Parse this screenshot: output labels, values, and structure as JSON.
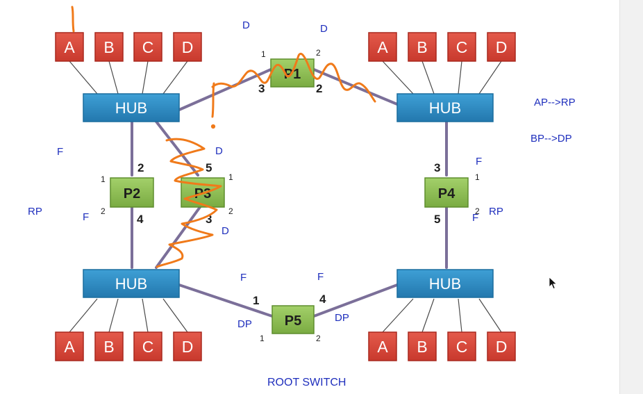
{
  "devices": {
    "host_labels": [
      "A",
      "B",
      "C",
      "D"
    ],
    "hub_label": "HUB",
    "switches": [
      "P1",
      "P2",
      "P3",
      "P4",
      "P5"
    ]
  },
  "ports": {
    "p1_1": "1",
    "p1_2": "2",
    "p1_3": "3",
    "p1_2b": "2",
    "p2_1": "1",
    "p2_2": "2",
    "p2_2b": "2",
    "p2_4": "4",
    "p3_5": "5",
    "p3_1": "1",
    "p3_3": "3",
    "p3_2": "2",
    "p4_3": "3",
    "p4_1": "1",
    "p4_5": "5",
    "p4_2": "2",
    "p5_1": "1",
    "p5_4": "4",
    "p5_1b": "1",
    "p5_2": "2"
  },
  "annotations": {
    "d_p1_left": "D",
    "d_p1_right": "D",
    "ap_rp": "AP-->RP",
    "bp_dp": "BP-->DP",
    "f_left": "F",
    "rp_left": "RP",
    "f_p2": "F",
    "d_p3_top": "D",
    "d_p3_bottom": "D",
    "f_p4_top": "F",
    "f_p4_bottom": "F",
    "rp_p4": "RP",
    "f_p5_left": "F",
    "f_p5_right": "F",
    "dp_p5_left": "DP",
    "dp_p5_right": "DP",
    "root_switch": "ROOT SWITCH"
  },
  "colors": {
    "host_fill": "#d9483b",
    "host_border": "#a8281e",
    "hub_fill": "#2f8dc4",
    "hub_border": "#1a6d9e",
    "switch_fill": "#8dbf55",
    "switch_border": "#5e8d2e",
    "link": "#7b6f99",
    "annotation": "#1f2fbd",
    "ink": "#f07a1a"
  }
}
